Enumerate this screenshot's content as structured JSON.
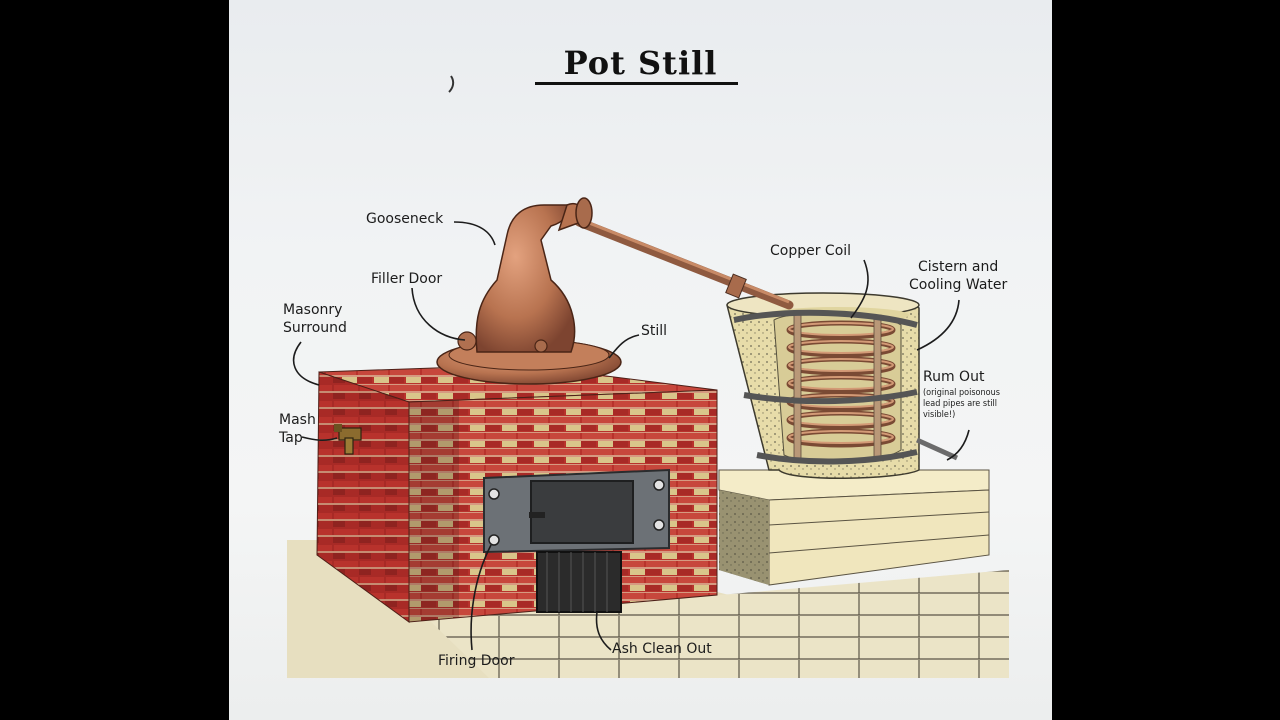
{
  "title": "Pot Still",
  "labels": {
    "gooseneck": "Gooseneck",
    "filler_door": "Filler Door",
    "masonry_surround": "Masonry\nSurround",
    "still": "Still",
    "mash_tap": "Mash\nTap",
    "copper_coil": "Copper Coil",
    "cistern": "Cistern and\nCooling Water",
    "rum_out": "Rum Out",
    "rum_out_note": "(original poisonous\nlead pipes are still\nvisible!)",
    "firing_door": "Firing Door",
    "ash_clean_out": "Ash Clean Out"
  },
  "colors": {
    "brick": "#b8322c",
    "brick_light": "#d9c58a",
    "copper": "#b87350",
    "stone": "#f0e6bd",
    "floor": "#e7dfc0"
  }
}
